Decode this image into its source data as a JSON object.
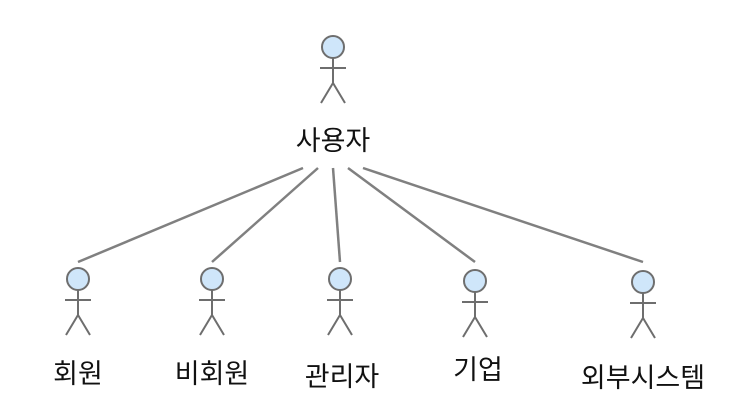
{
  "diagram": {
    "type": "use-case actor hierarchy",
    "colors": {
      "actor_fill": "#cfe6fa",
      "actor_stroke": "#6e6e6e",
      "line": "#808080",
      "label": "#111111"
    },
    "root": {
      "label": "사용자"
    },
    "children": [
      {
        "label": "회원"
      },
      {
        "label": "비회원"
      },
      {
        "label": "관리자"
      },
      {
        "label": "기업"
      },
      {
        "label": "외부시스템"
      }
    ]
  }
}
